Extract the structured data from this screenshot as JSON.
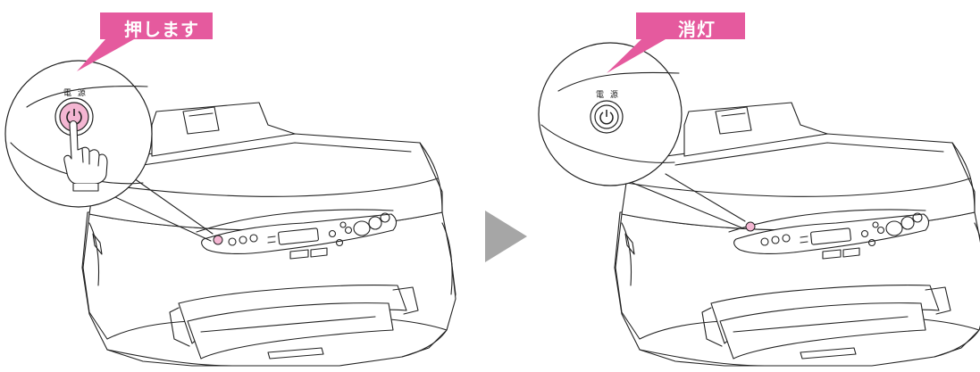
{
  "left_panel": {
    "callout": "押します",
    "power_label": "電 源"
  },
  "right_panel": {
    "callout": "消灯",
    "power_label": "電 源"
  },
  "colors": {
    "callout_pink": "#e55a9e",
    "button_lit_pink": "#f4b6d2",
    "arrow_gray": "#a6a6a6",
    "line": "#222222"
  },
  "icons": {
    "power_button": "power-icon",
    "hand": "pointing-hand-icon",
    "arrow": "right-triangle-arrow-icon"
  }
}
